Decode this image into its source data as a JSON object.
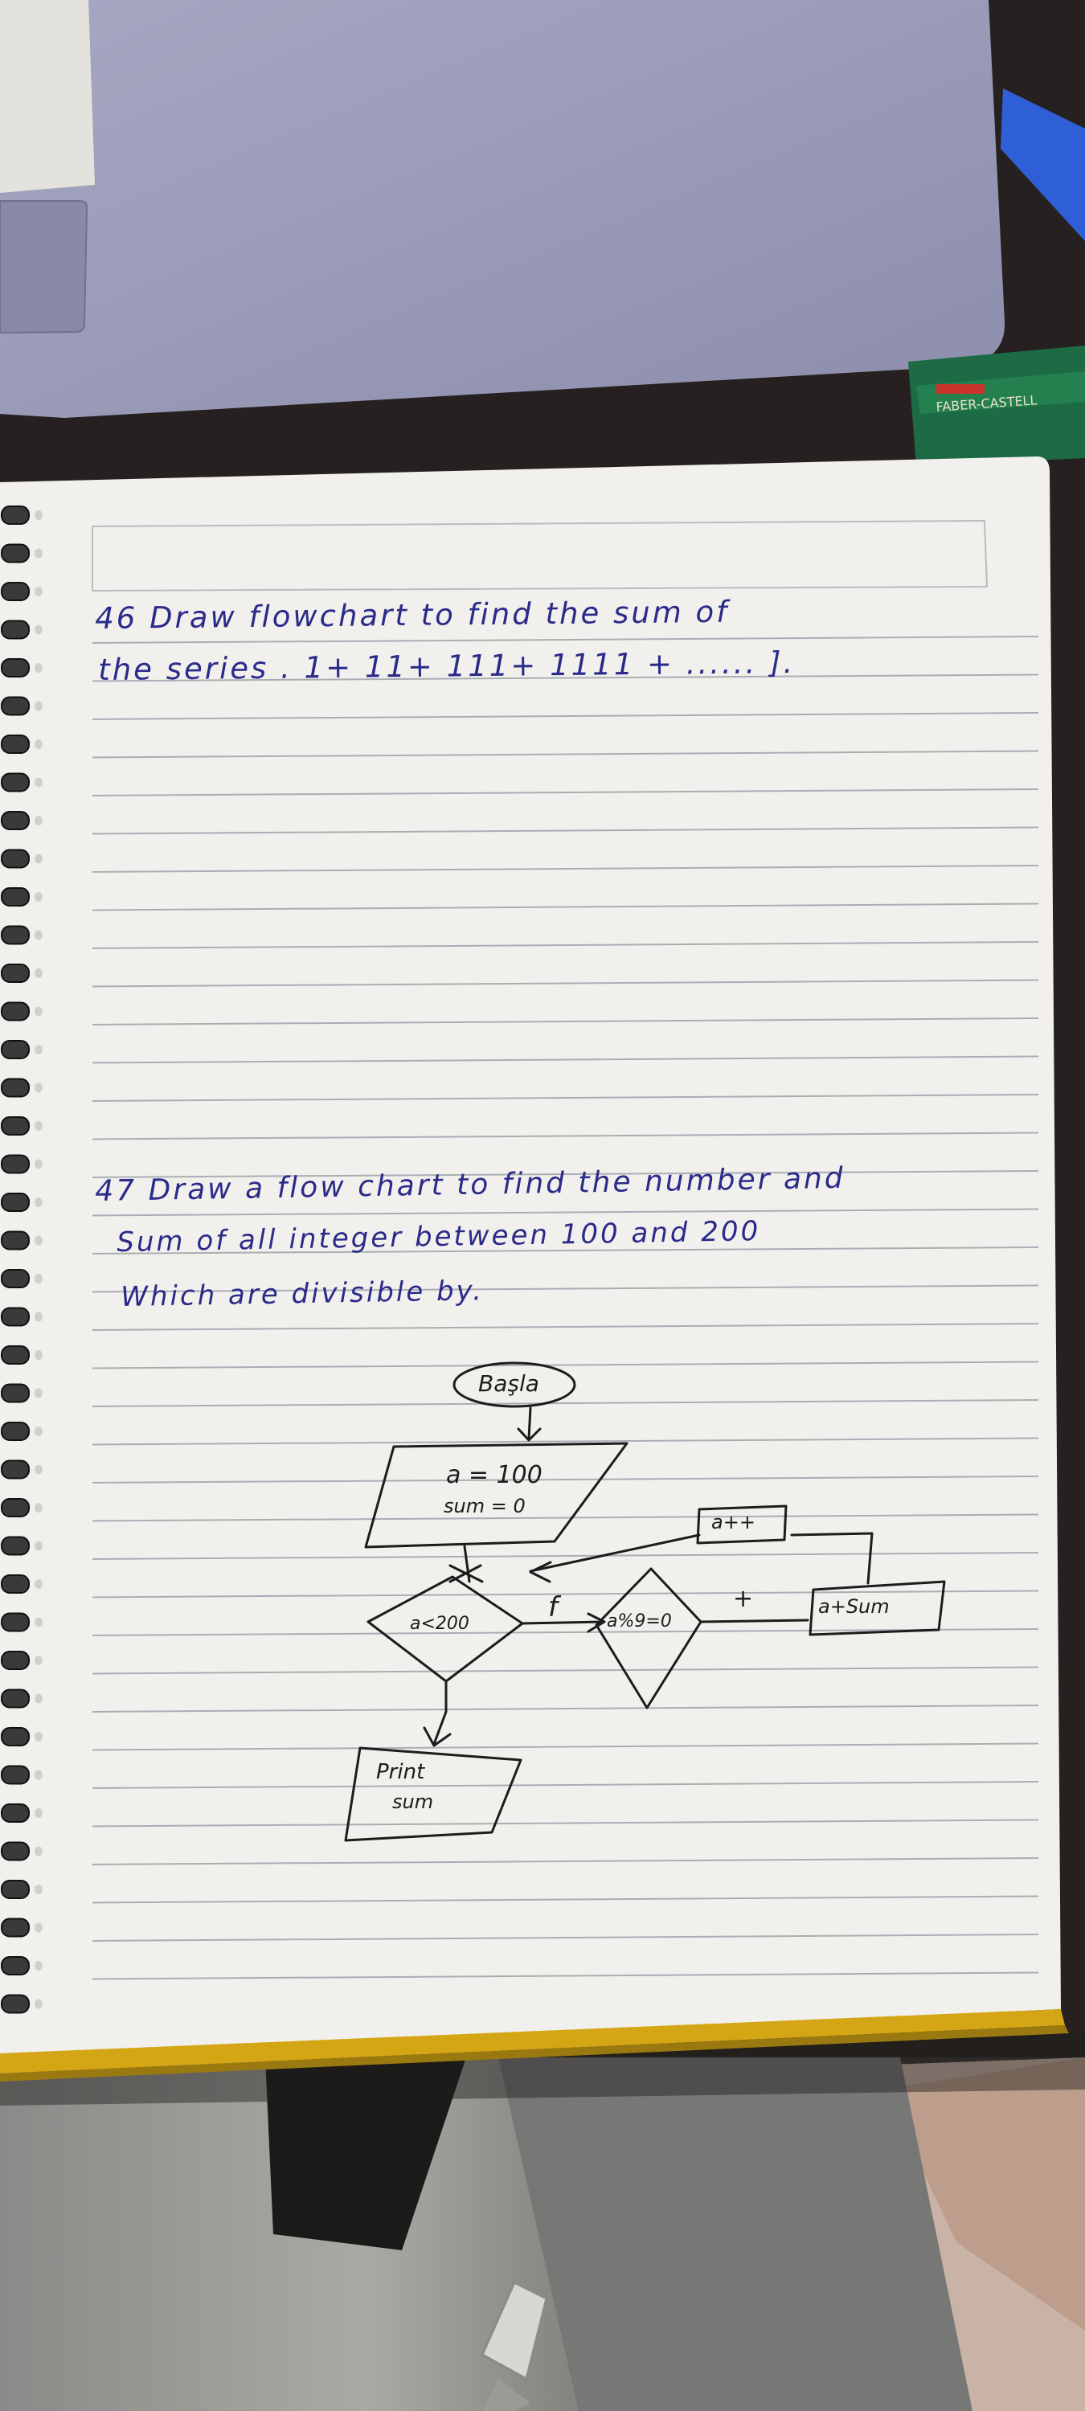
{
  "notebook": {
    "question_46": {
      "line1": "46 Draw flowchart to find the sum of",
      "line2": "the series . 1+ 11+ 111+ 1111 + ...... ]."
    },
    "question_47": {
      "line1": "47 Draw a flow chart to find the number and",
      "line2": "Sum of all integer between 100 and 200",
      "line3": "Which are divisible by."
    }
  },
  "flowchart": {
    "start": "Başla",
    "init_a": "a = 100",
    "init_sum": "sum = 0",
    "loop_condition": "a<200",
    "false_label": "f",
    "mod_condition": "a%9=0",
    "true_label": "+",
    "increment": "a++",
    "accumulate": "a+Sum",
    "output_line1": "Print",
    "output_line2": "sum"
  },
  "pencil_box_text": "FABER-CASTELL",
  "colors": {
    "paper": "#f1f0ec",
    "ruling": "#a9aeb4",
    "ink_blue": "#2a2a8a",
    "ink_black": "#1c1c1c",
    "binder_yellow": "#d4a514",
    "laptop": "#9ea0bb"
  }
}
